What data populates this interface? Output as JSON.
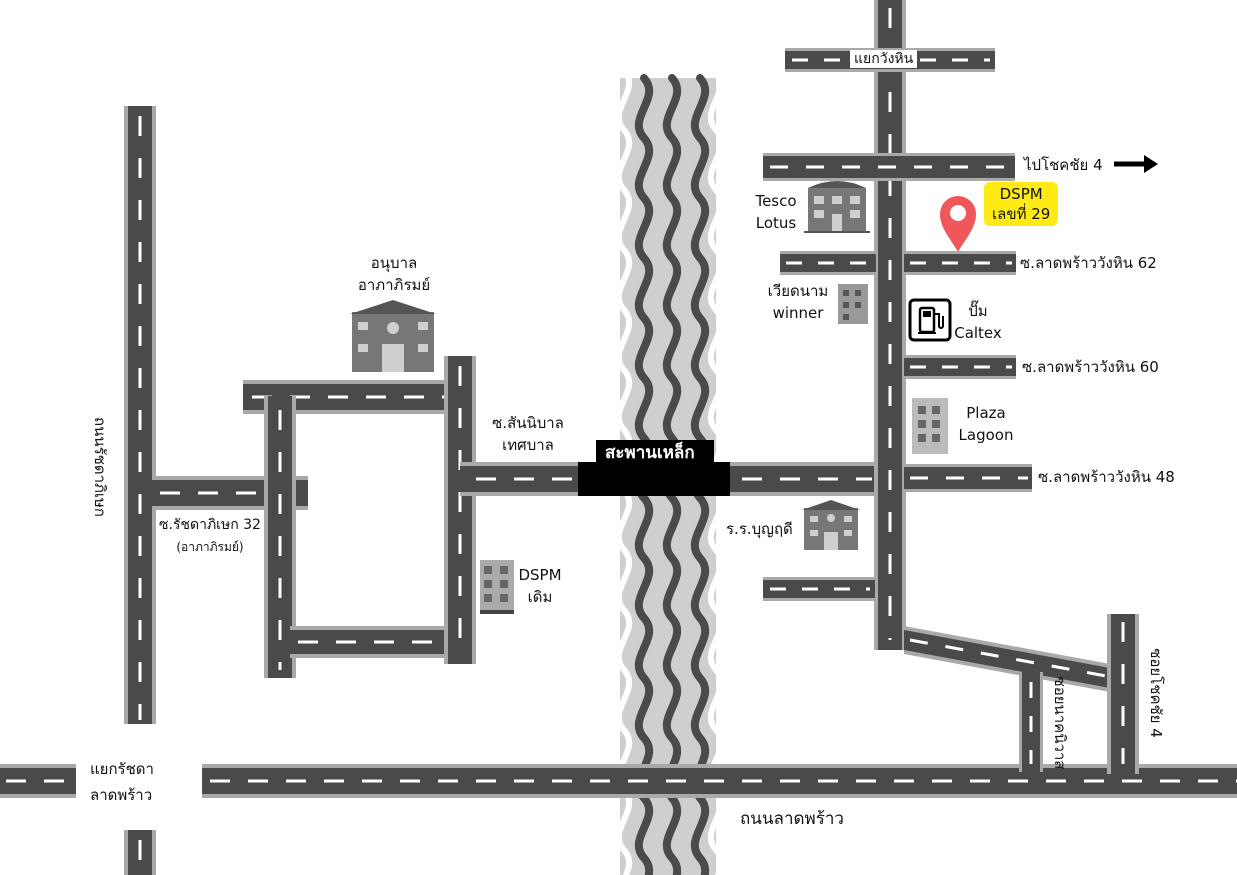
{
  "labels": {
    "yaek_wang_hin": "แยกวังหิน",
    "pai_chokchai": "ไปโชคชัย 4",
    "tesco_1": "Tesco",
    "tesco_2": "Lotus",
    "dspm_1": "DSPM",
    "dspm_2": "เลขที่ 29",
    "soi62": "ซ.ลาดพร้าววังหิน 62",
    "viet_1": "เวียดนาม",
    "viet_2": "winner",
    "pump_1": "ปั๊ม",
    "pump_2": "Caltex",
    "soi60": "ซ.ลาดพร้าววังหิน 60",
    "anuban_1": "อนุบาล",
    "anuban_2": "อาภาภิรมย์",
    "plaza_1": "Plaza",
    "plaza_2": "Lagoon",
    "san_1": "ซ.สันนิบาล",
    "san_2": "เทศบาล",
    "bridge": "สะพานเหล็ก",
    "soi48": "ซ.ลาดพร้าววังหิน 48",
    "rat_road": "ถนนรัชดาภิเษก",
    "soi32_1": "ซ.รัชดาภิเษก 32",
    "soi32_2": "(อาภาภิรมย์)",
    "school": "ร.ร.บุญฤดี",
    "dspm_old_1": "DSPM",
    "dspm_old_2": "เดิม",
    "soi_chokchai": "ซอยโชคชัย 4",
    "soi_yothin": "ซอยนาคนิวาส",
    "yaek_1": "แยกรัชดา",
    "yaek_2": "ลาดพร้าว",
    "ladprao_road": "ถนนลาดพร้าว"
  },
  "colors": {
    "road": "#4a4a4a",
    "road_edge": "#a9a9a9",
    "dash": "#ffffff",
    "river": "#cfcfcf",
    "river_wave": "#4a4a4a",
    "pin": "#f0575a",
    "badge": "#ffeb13",
    "bridge": "#000000"
  },
  "icons": [
    "map-pin-icon",
    "gas-pump-icon",
    "building-icon",
    "arrow-right-icon"
  ]
}
